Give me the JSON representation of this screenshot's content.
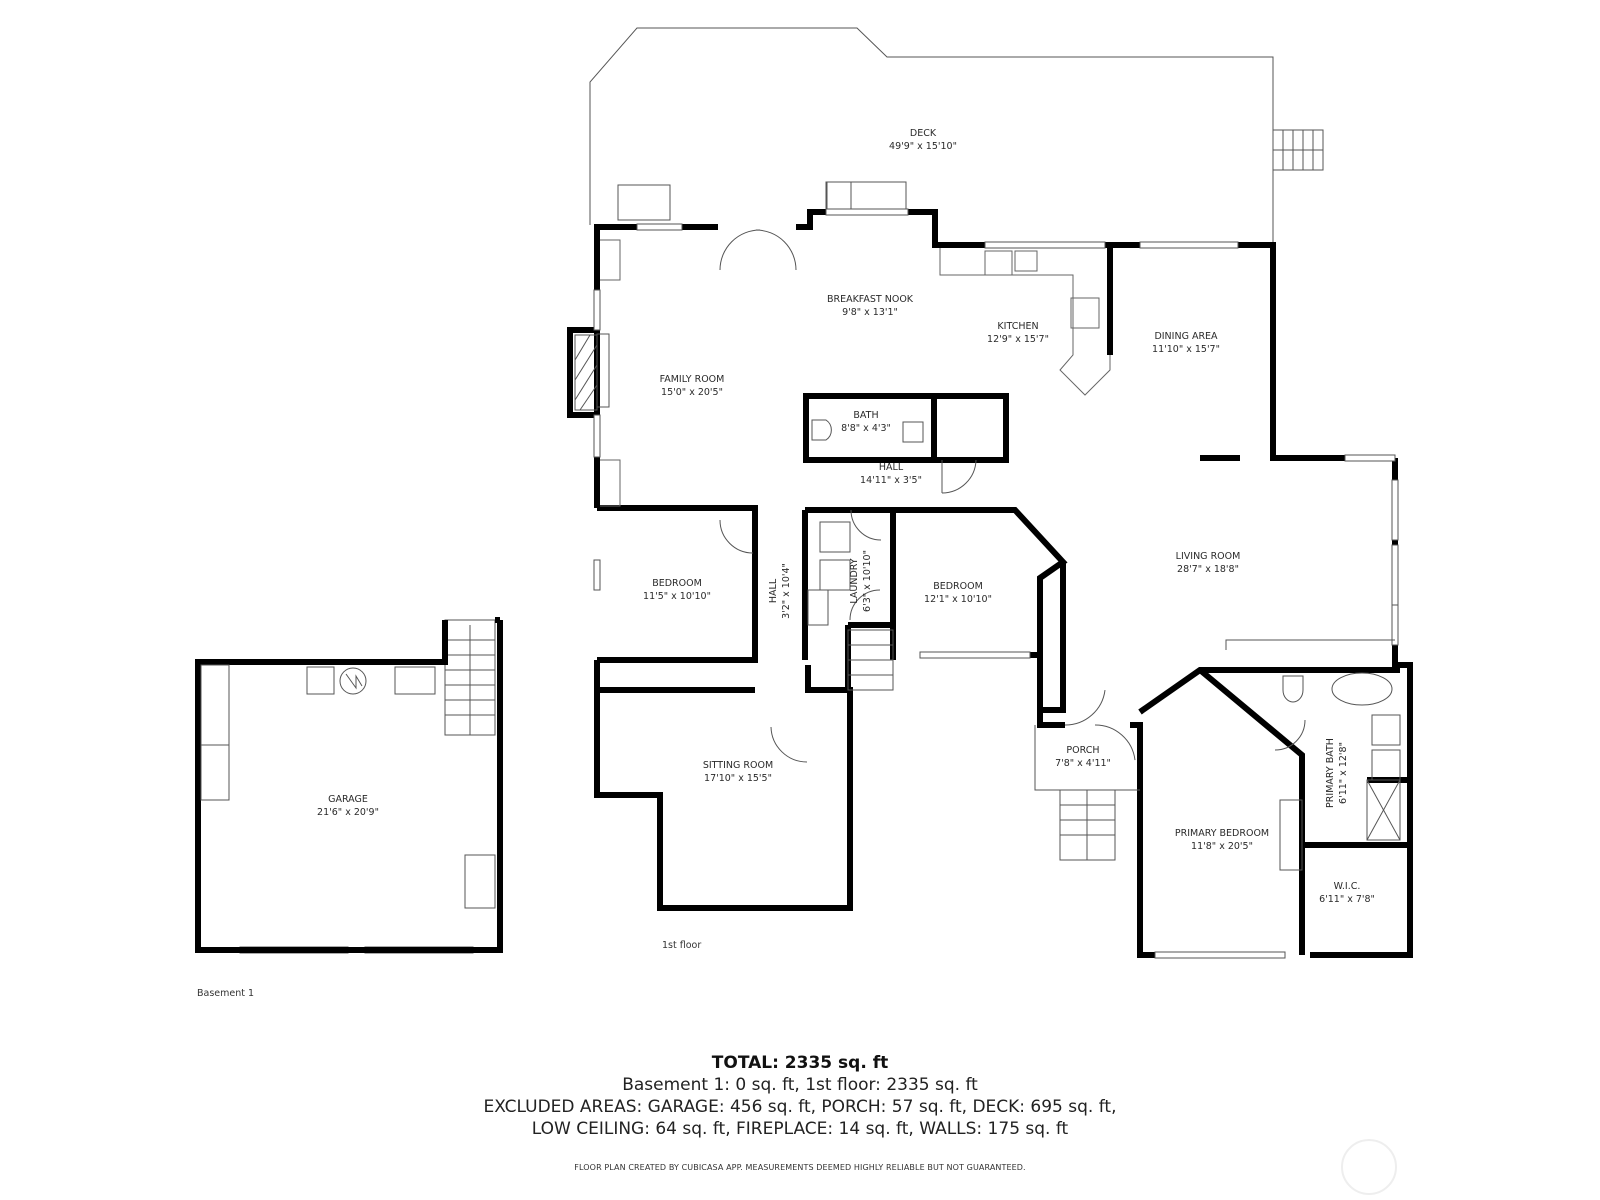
{
  "floors": {
    "first_floor_label": "1st floor",
    "basement_label": "Basement 1"
  },
  "rooms": [
    {
      "id": "deck",
      "name": "DECK",
      "dims": "49'9\" x 15'10\""
    },
    {
      "id": "breakfast-nook",
      "name": "BREAKFAST NOOK",
      "dims": "9'8\" x 13'1\""
    },
    {
      "id": "kitchen",
      "name": "KITCHEN",
      "dims": "12'9\" x 15'7\""
    },
    {
      "id": "dining-area",
      "name": "DINING AREA",
      "dims": "11'10\" x 15'7\""
    },
    {
      "id": "family-room",
      "name": "FAMILY ROOM",
      "dims": "15'0\" x 20'5\""
    },
    {
      "id": "bath",
      "name": "BATH",
      "dims": "8'8\" x 4'3\""
    },
    {
      "id": "hall-main",
      "name": "HALL",
      "dims": "14'11\" x 3'5\""
    },
    {
      "id": "bedroom-1",
      "name": "BEDROOM",
      "dims": "11'5\" x 10'10\""
    },
    {
      "id": "hall-2",
      "name": "HALL",
      "dims": "3'2\" x 10'4\""
    },
    {
      "id": "laundry",
      "name": "LAUNDRY",
      "dims": "6'3\" x 10'10\""
    },
    {
      "id": "bedroom-2",
      "name": "BEDROOM",
      "dims": "12'1\" x 10'10\""
    },
    {
      "id": "living-room",
      "name": "LIVING ROOM",
      "dims": "28'7\" x 18'8\""
    },
    {
      "id": "sitting-room",
      "name": "SITTING ROOM",
      "dims": "17'10\" x 15'5\""
    },
    {
      "id": "porch",
      "name": "PORCH",
      "dims": "7'8\" x 4'11\""
    },
    {
      "id": "primary-bedroom",
      "name": "PRIMARY BEDROOM",
      "dims": "11'8\" x 20'5\""
    },
    {
      "id": "primary-bath",
      "name": "PRIMARY BATH",
      "dims": "6'11\" x 12'8\""
    },
    {
      "id": "wic",
      "name": "W.I.C.",
      "dims": "6'11\" x 7'8\""
    },
    {
      "id": "garage",
      "name": "GARAGE",
      "dims": "21'6\" x 20'9\""
    }
  ],
  "summary": {
    "total": "TOTAL: 2335 sq. ft",
    "floors_line": "Basement 1: 0 sq. ft, 1st floor: 2335 sq. ft",
    "excluded_line_1": "EXCLUDED AREAS: GARAGE: 456 sq. ft, PORCH: 57 sq. ft, DECK: 695 sq. ft,",
    "excluded_line_2": "LOW CEILING: 64 sq. ft, FIREPLACE: 14 sq. ft, WALLS: 175 sq. ft"
  },
  "disclaimer": "FLOOR PLAN CREATED BY CUBICASA APP. MEASUREMENTS DEEMED HIGHLY RELIABLE BUT NOT GUARANTEED.",
  "colors": {
    "wall": "#000000",
    "thin_line": "#555555",
    "background": "#ffffff"
  }
}
